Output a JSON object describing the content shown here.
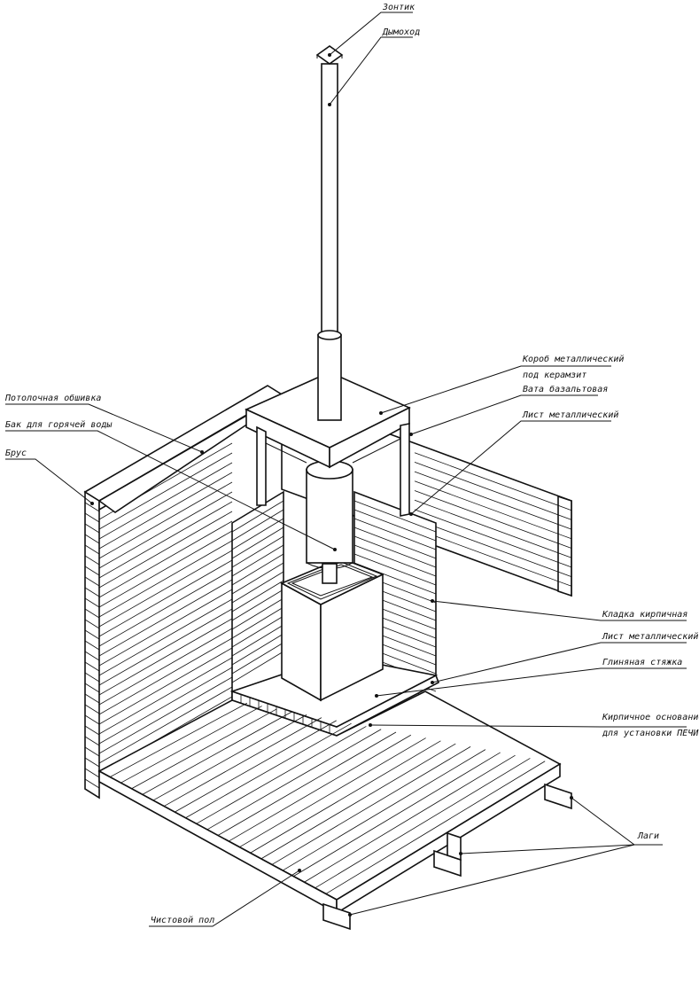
{
  "labels": {
    "umbrella": "Зонтик",
    "chimney": "Дымоход",
    "metal_box_1": "Короб металлический",
    "metal_box_2": "под керамзит",
    "basalt_wool": "Вата базальтовая",
    "metal_sheet_top": "Лист металлический",
    "ceiling_lining": "Потолочная обшивка",
    "hot_water_tank": "Бак для горячей воды",
    "beam": "Брус",
    "brickwork": "Кладка кирпичная",
    "metal_sheet_bottom": "Лист металлический",
    "clay_screed": "Глиняная стяжка",
    "brick_base_1": "Кирпичное основание",
    "brick_base_2": "для установки ПЕЧИ",
    "joists": "Лаги",
    "finish_floor": "Чистовой пол"
  },
  "colors": {
    "line": "#111111",
    "background": "#ffffff"
  }
}
